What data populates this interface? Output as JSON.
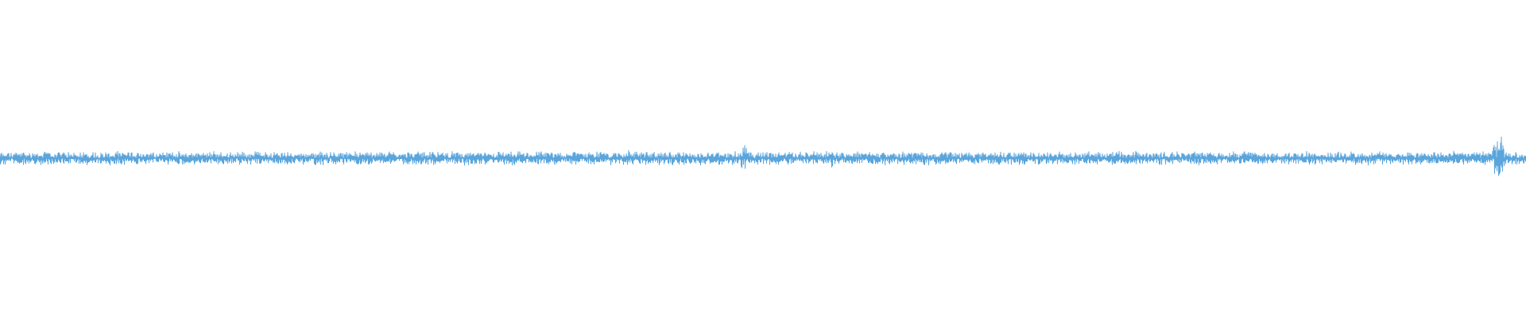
{
  "waveform": {
    "color": "#5aa5dc",
    "baseline_amplitude": 0.045,
    "bursts": [
      {
        "position": 0.4119,
        "amplitude": 0.085
      },
      {
        "position": 0.4882,
        "amplitude": 0.14
      },
      {
        "position": 0.545,
        "amplitude": 0.07
      },
      {
        "position": 0.982,
        "amplitude": 0.22
      }
    ]
  }
}
